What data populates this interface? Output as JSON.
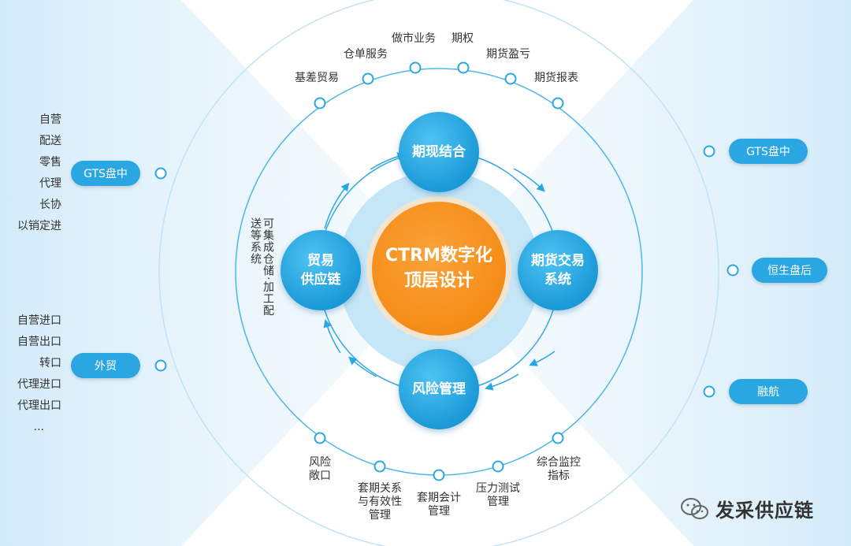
{
  "center": {
    "line1": "CTRM数字化",
    "line2": "顶层设计"
  },
  "nodes": {
    "top": "期现结合",
    "left": [
      "贸易",
      "供应链"
    ],
    "right": [
      "期货交易",
      "系统"
    ],
    "bottom": "风险管理"
  },
  "left_vertical_note": "可集成仓储·加工配送等系统",
  "top_labels": [
    "基差贸易",
    "仓单服务",
    "做市业务",
    "期权",
    "期货盈亏",
    "期货报表"
  ],
  "bottom_labels": {
    "item1": [
      "风险",
      "敞口"
    ],
    "item2": [
      "套期关系",
      "与有效性",
      "管理"
    ],
    "item3": [
      "套期会计",
      "管理"
    ],
    "item4": [
      "压力测试",
      "管理"
    ],
    "item5": [
      "综合监控",
      "指标"
    ]
  },
  "left_groups": {
    "group1": {
      "pill": "GTS盘中",
      "items": [
        "自营",
        "配送",
        "零售",
        "代理",
        "长协",
        "以销定进"
      ]
    },
    "group2": {
      "pill": "外贸",
      "items": [
        "自营进口",
        "自营出口",
        "转口",
        "代理进口",
        "代理出口",
        "..."
      ]
    }
  },
  "right_pills": [
    "GTS盘中",
    "恒生盘后",
    "融航"
  ],
  "watermark": "发采供应链",
  "colors": {
    "accent_blue": "#2aa7e2",
    "orange": "#f48a14",
    "ring": "#5fbde8"
  }
}
